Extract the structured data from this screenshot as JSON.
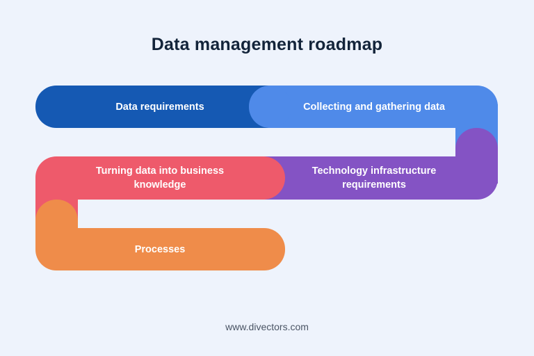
{
  "title": "Data management roadmap",
  "steps": [
    {
      "label": "Data requirements",
      "color": "#1559b3"
    },
    {
      "label": "Collecting and gathering data",
      "color": "#4f8ae9"
    },
    {
      "label": "Technology infrastructure requirements",
      "color": "#8453c4"
    },
    {
      "label": "Turning data into business knowledge",
      "color": "#ee5a6b"
    },
    {
      "label": "Processes",
      "color": "#ef8c4a"
    }
  ],
  "footer": "www.divectors.com",
  "colors": {
    "background": "#eef3fc",
    "title": "#13243a",
    "footer": "#4a5464"
  }
}
